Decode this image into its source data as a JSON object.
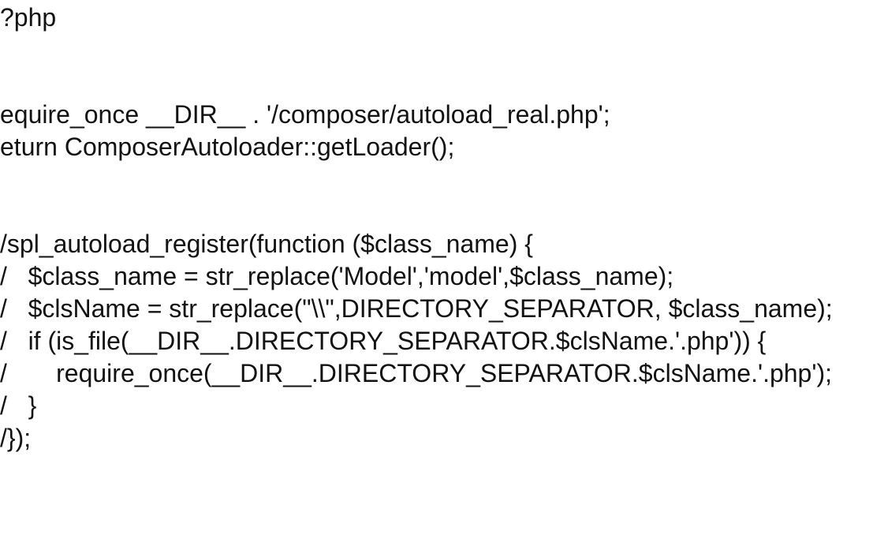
{
  "app": {
    "background_color": "#ffffff",
    "text_color": "#121212",
    "description": "Zoomed, horizontally-scrolled view of a PHP composer autoload.php source file; left edge of each line is clipped by the viewport"
  },
  "code": {
    "language": "php",
    "lines": [
      "?php",
      "",
      "",
      "equire_once __DIR__ . '/composer/autoload_real.php';",
      "eturn ComposerAutoloader::getLoader();",
      "",
      "",
      "/spl_autoload_register(function ($class_name) {",
      "/   $class_name = str_replace('Model','model',$class_name);",
      "/   $clsName = str_replace(\"\\\\\",DIRECTORY_SEPARATOR, $class_name);",
      "/   if (is_file(__DIR__.DIRECTORY_SEPARATOR.$clsName.'.php')) {",
      "/       require_once(__DIR__.DIRECTORY_SEPARATOR.$clsName.'.php');",
      "/   }",
      "/});"
    ]
  }
}
